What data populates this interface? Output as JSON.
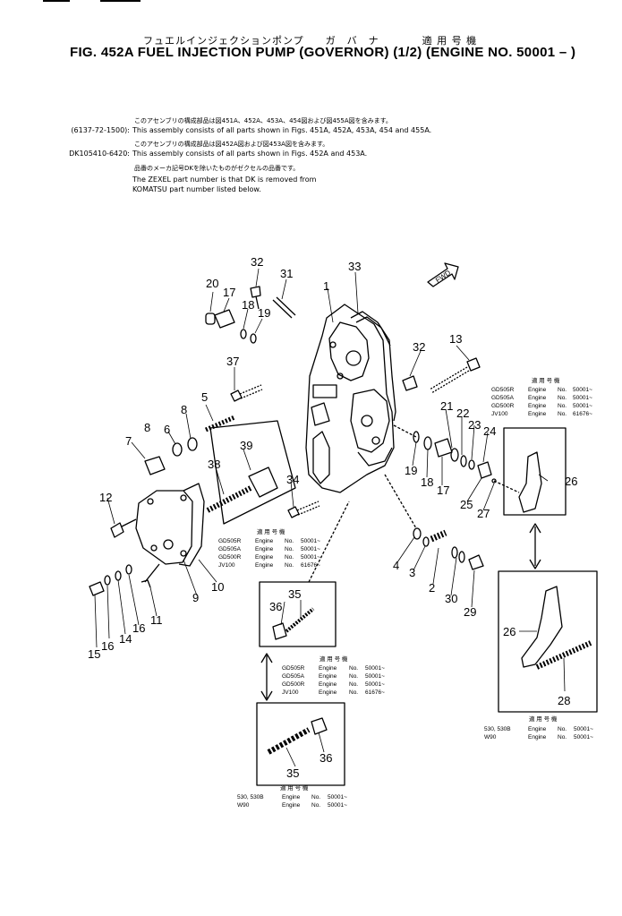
{
  "header": {
    "title_jp": "フュエルインジェクションポンプ　　ガ　バ　ナ　　　　適 用 号 機",
    "title_en": "FIG. 452A  FUEL INJECTION PUMP (GOVERNOR) (1/2) (ENGINE NO. 50001 – )"
  },
  "notes": [
    {
      "part_no": "",
      "jp": "このアセンブリの構成部品は図451A、452A、453A、454図および図455A図を含みます。",
      "en": ""
    },
    {
      "part_no": "(6137-72-1500):",
      "jp": "",
      "en": "This assembly consists of all parts shown in Figs. 451A, 452A, 453A, 454 and 455A."
    },
    {
      "part_no": "",
      "jp": "このアセンブリの構成部品は図452A図および図453A図を含みます。",
      "en": ""
    },
    {
      "part_no": "DK105410-6420:",
      "jp": "",
      "en": "This assembly consists of all parts shown in Figs. 452A and 453A."
    },
    {
      "part_no": "",
      "jp": "品番のメーカ記号DKを除いたものがゼクセルの品番です。",
      "en": ""
    },
    {
      "part_no": "",
      "jp": "",
      "en": "The ZEXEL part number is that DK is removed from"
    },
    {
      "part_no": "",
      "jp": "",
      "en": "KOMATSU part number listed below."
    }
  ],
  "fwd_label": "FWD",
  "callouts": [
    "1",
    "2",
    "3",
    "4",
    "5",
    "6",
    "7",
    "8",
    "8",
    "9",
    "10",
    "11",
    "12",
    "13",
    "14",
    "15",
    "16",
    "16",
    "17",
    "17",
    "18",
    "18",
    "19",
    "19",
    "20",
    "21",
    "22",
    "23",
    "24",
    "25",
    "26",
    "26",
    "27",
    "28",
    "29",
    "30",
    "31",
    "32",
    "32",
    "33",
    "34",
    "35",
    "35",
    "36",
    "36",
    "37",
    "38",
    "39"
  ],
  "applicability": {
    "header": "適 用 号 機",
    "table_a": [
      {
        "model": "GD505R",
        "engine": "Engine",
        "no": "No.",
        "serial": "50001~"
      },
      {
        "model": "GD505A",
        "engine": "Engine",
        "no": "No.",
        "serial": "50001~"
      },
      {
        "model": "GD500R",
        "engine": "Engine",
        "no": "No.",
        "serial": "50001~"
      },
      {
        "model": "JV100",
        "engine": "Engine",
        "no": "No.",
        "serial": "61676~"
      }
    ],
    "table_b": [
      {
        "model": "530, 530B",
        "engine": "Engine",
        "no": "No.",
        "serial": "50001~"
      },
      {
        "model": "W90",
        "engine": "Engine",
        "no": "No.",
        "serial": "50001~"
      }
    ]
  }
}
